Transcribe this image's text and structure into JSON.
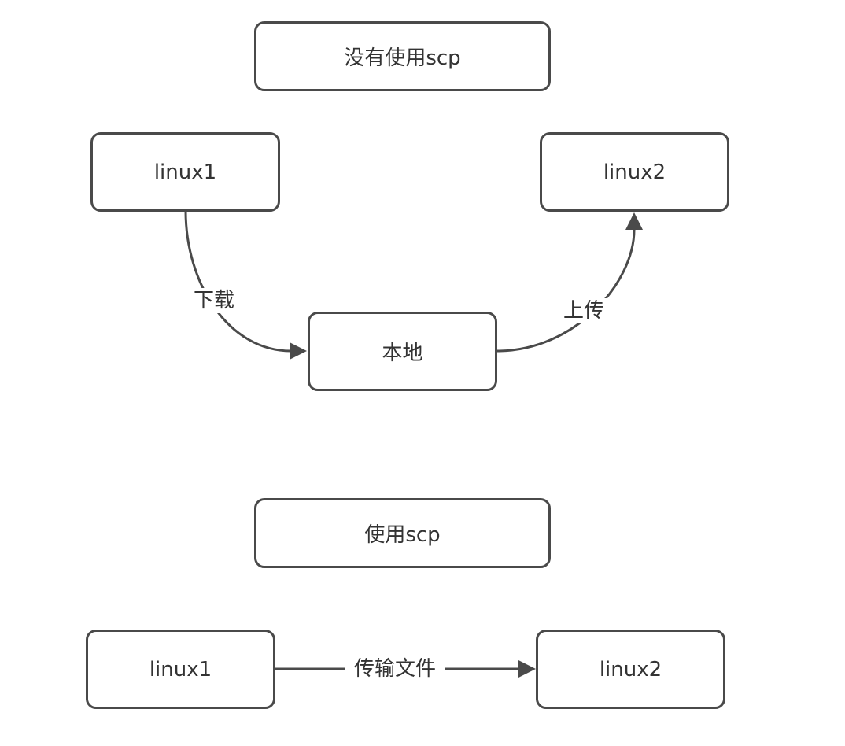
{
  "diagram1": {
    "title": "没有使用scp",
    "nodes": {
      "source": "linux1",
      "target": "linux2",
      "local": "本地"
    },
    "edges": {
      "download": "下载",
      "upload": "上传"
    }
  },
  "diagram2": {
    "title": "使用scp",
    "nodes": {
      "source": "linux1",
      "target": "linux2"
    },
    "edges": {
      "transfer": "传输文件"
    }
  },
  "colors": {
    "stroke": "#4a4a4a",
    "text": "#333333",
    "background": "#ffffff"
  }
}
